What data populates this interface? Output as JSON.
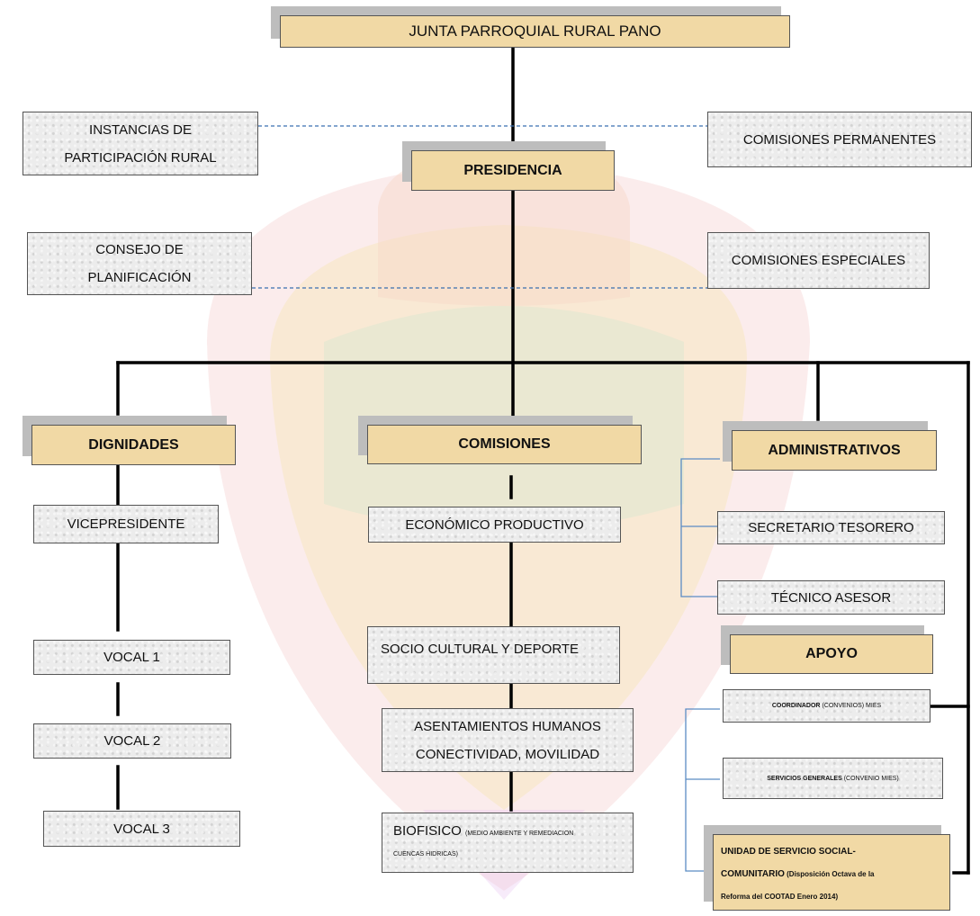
{
  "colors": {
    "header_fill": "#f1d9a5",
    "shadow": "#bdbdbd",
    "box_fill": "#ececec",
    "main_line": "#000000",
    "dotted_line": "#3a6fb0",
    "bracket_line": "#5b8cc4"
  },
  "nodes": {
    "junta": "JUNTA PARROQUIAL  RURAL PANO",
    "instancias": [
      "INSTANCIAS DE",
      "PARTICIPACIÓN RURAL"
    ],
    "comisiones_permanentes": "COMISIONES PERMANENTES",
    "presidencia": "PRESIDENCIA",
    "consejo": [
      "CONSEJO DE",
      "PLANIFICACIÓN"
    ],
    "comisiones_especiales": "COMISIONES ESPECIALES",
    "dignidades": "DIGNIDADES",
    "comisiones": "COMISIONES",
    "administrativos": "ADMINISTRATIVOS",
    "vicepresidente": "VICEPRESIDENTE",
    "vocal1": "VOCAL 1",
    "vocal2": "VOCAL 2",
    "vocal3": "VOCAL 3",
    "economico": "ECONÓMICO PRODUCTIVO",
    "socio": "SOCIO CULTURAL Y DEPORTE",
    "asentamientos": [
      "ASENTAMIENTOS HUMANOS",
      "CONECTIVIDAD, MOVILIDAD"
    ],
    "biofisico": {
      "main": "BIOFISICO",
      "note1": "(MEDIO AMBIENTE Y REMEDIACION",
      "note2": "CUENCAS HIDRICAS)"
    },
    "secretario": "SECRETARIO TESORERO",
    "tecnico": "TÉCNICO ASESOR",
    "apoyo": "APOYO",
    "coordinador": {
      "main": "COORDINADOR",
      "note": "(CONVENIOS) MIES"
    },
    "servicios": {
      "main": "SERVICIOS GENERALES",
      "note": "(CONVENIO MIES)"
    },
    "unidad": {
      "line1": "UNIDAD DE SERVICIO SOCIAL-",
      "line2a": "COMUNITARIO",
      "line2b": " (Disposición Octava de la",
      "line3": "Reforma del COOTAD Enero 2014)"
    }
  }
}
